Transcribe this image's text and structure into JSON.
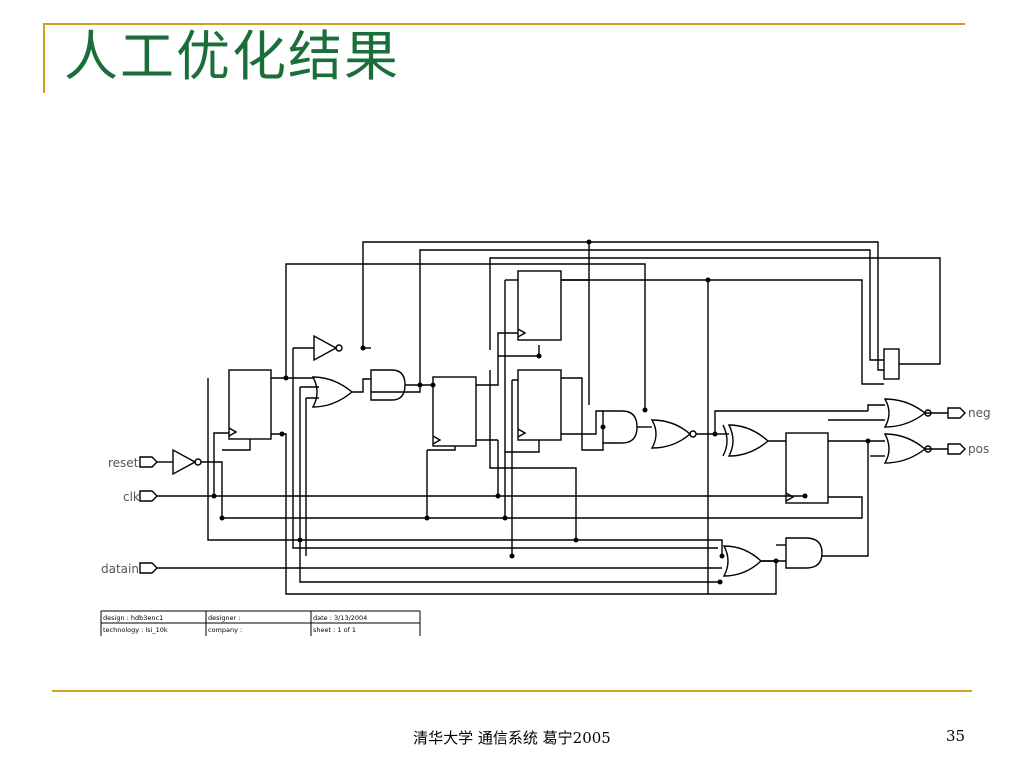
{
  "slide": {
    "title": "人工优化结果",
    "footer": "清华大学 通信系统 葛宁2005",
    "page_number": "35"
  },
  "colors": {
    "title": "#1a6e3a",
    "accent_line": "#d4a017",
    "schematic_stroke": "#000000"
  },
  "schematic": {
    "ports": {
      "reset": "reset",
      "clk": "clk",
      "datain": "datain",
      "neg": "neg",
      "pos": "pos"
    },
    "title_block": {
      "design": "design :   hdb3enc1",
      "designer": "designer :",
      "date": "date :   3/13/2004",
      "technology": "technology :  lsi_10k",
      "company": "company :",
      "sheet": "sheet :  1  of  1"
    }
  }
}
